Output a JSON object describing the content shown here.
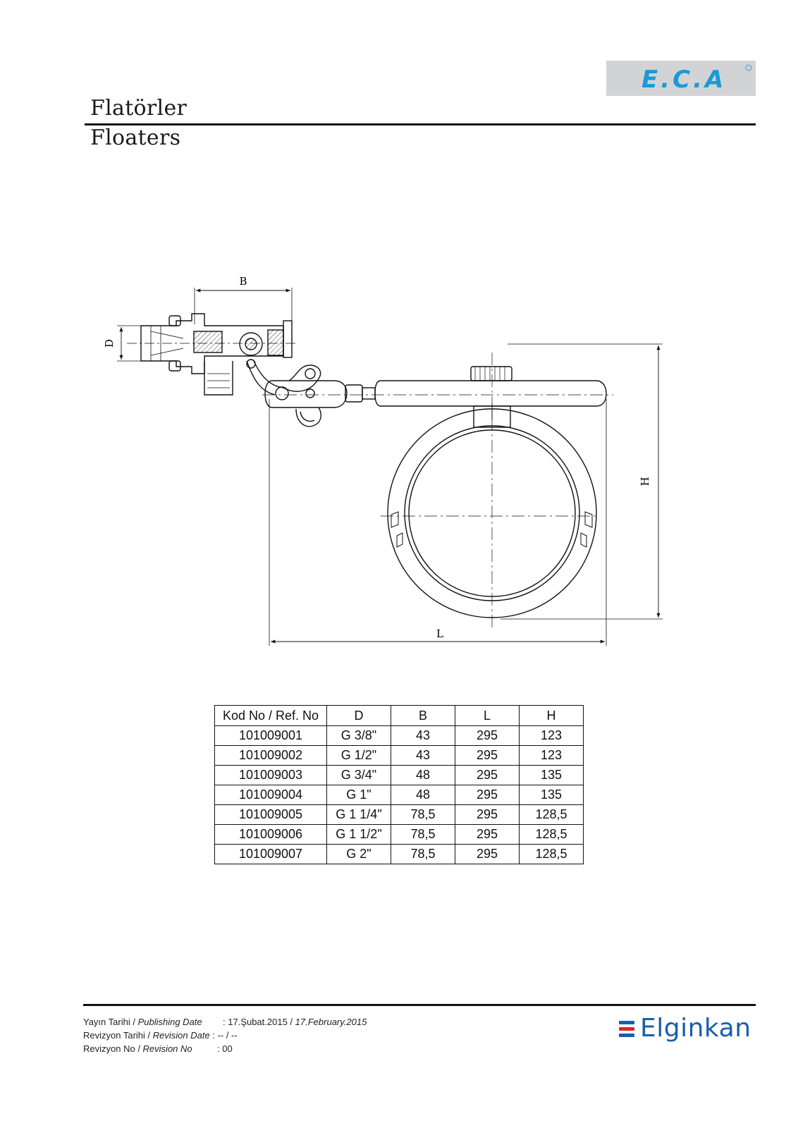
{
  "header": {
    "logo_text": "E.C.A",
    "title_tr": "Flatörler",
    "title_en": "Floaters"
  },
  "drawing": {
    "dim_b": "B",
    "dim_d": "D",
    "dim_l": "L",
    "dim_h": "H"
  },
  "table": {
    "headers": [
      "Kod No / Ref. No",
      "D",
      "B",
      "L",
      "H"
    ],
    "rows": [
      [
        "101009001",
        "G 3/8\"",
        "43",
        "295",
        "123"
      ],
      [
        "101009002",
        "G 1/2\"",
        "43",
        "295",
        "123"
      ],
      [
        "101009003",
        "G 3/4\"",
        "48",
        "295",
        "135"
      ],
      [
        "101009004",
        "G 1\"",
        "48",
        "295",
        "135"
      ],
      [
        "101009005",
        "G 1 1/4\"",
        "78,5",
        "295",
        "128,5"
      ],
      [
        "101009006",
        "G 1 1/2\"",
        "78,5",
        "295",
        "128,5"
      ],
      [
        "101009007",
        "G 2\"",
        "78,5",
        "295",
        "128,5"
      ]
    ]
  },
  "footer": {
    "publishing_label_tr": "Yayın Tarihi",
    "publishing_label_en": "Publishing Date",
    "publishing_value_tr": ": 17.Şubat.2015 /",
    "publishing_value_en": "17.February.2015",
    "revision_date_label_tr": "Revizyon Tarihi",
    "revision_date_label_en": "Revision Date",
    "revision_date_value": ": -- / --",
    "revision_no_label_tr": "Revizyon No",
    "revision_no_label_en": "Revision No",
    "revision_no_value": ": 00",
    "brand": "Elginkan"
  },
  "colors": {
    "eca_blue": "#1a9ad6",
    "logo_bg": "#d2d3d5",
    "elginkan_blue": "#1b5eab",
    "elginkan_red": "#d9262a"
  }
}
